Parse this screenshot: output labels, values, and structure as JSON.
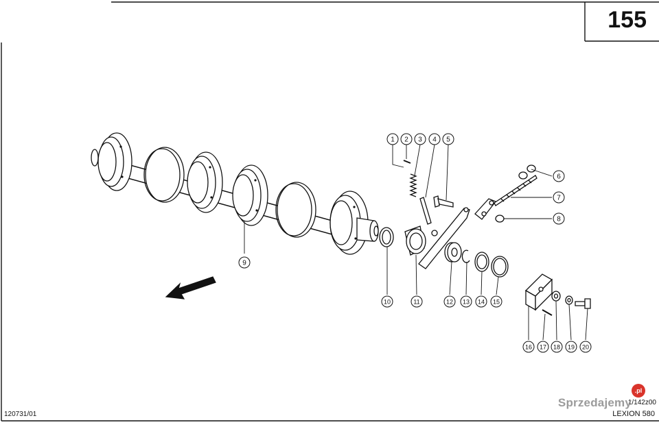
{
  "page_number": "155",
  "document_id": "120731/01",
  "drawing_number": "1/142z00",
  "model": "LEXION 580",
  "watermark": "Sprzedajemy",
  "watermark_badge": ".pl",
  "callouts": [
    "1",
    "2",
    "3",
    "4",
    "5",
    "6",
    "7",
    "8",
    "9",
    "10",
    "11",
    "12",
    "13",
    "14",
    "15",
    "16",
    "17",
    "18",
    "19",
    "20"
  ],
  "icons": {
    "direction": "direction-arrow-icon"
  },
  "colors": {
    "line": "#111111",
    "background": "#ffffff",
    "watermark_badge": "#d9342b"
  }
}
